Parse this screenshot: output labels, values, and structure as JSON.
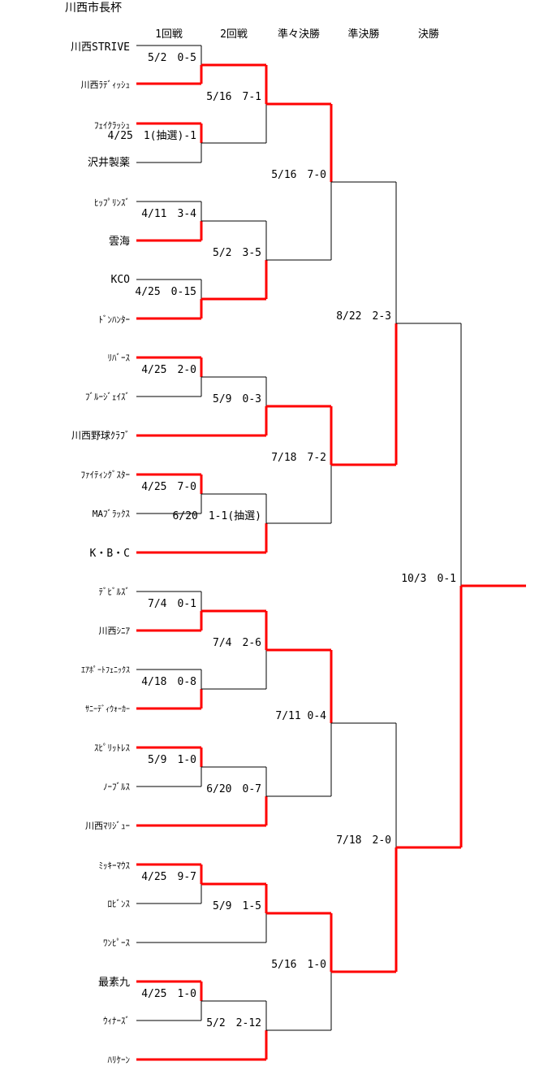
{
  "title": "川西市長杯",
  "rounds": [
    "1回戦",
    "2回戦",
    "準々決勝",
    "準決勝",
    "決勝"
  ],
  "teams": [
    "川西STRIVE",
    "川西ﾗﾃﾞｨｯｼｭ",
    "ﾌｪｲｸﾗｯｼｭ",
    "沢井製薬",
    "ﾋｯﾌﾟﾘﾝｽﾞ",
    "雲海",
    "KCO",
    "ﾄﾞﾝﾊﾝﾀｰ",
    "ﾘﾊﾞｰｽ",
    "ﾌﾞﾙｰｼﾞｪｲｽﾞ",
    "川西野球ｸﾗﾌﾞ",
    "ﾌｧｲﾃｨﾝｸﾞｽﾀｰ",
    "MAﾌﾞﾗｯｸｽ",
    "K・B・C",
    "ﾃﾞﾋﾞﾙｽﾞ",
    "川西ｼﾆｱ",
    "ｴｱﾎﾟｰﾄﾌｪﾆｯｸｽ",
    "ｻﾆｰﾃﾞｨｳｫｰｶｰ",
    "ｽﾋﾟﾘｯﾄﾚｽ",
    "ﾉｰﾌﾞﾙｽ",
    "川西ﾏﾘｼﾞｭｰ",
    "ﾐｯｷｰﾏｳｽ",
    "ﾛﾋﾞﾝｽ",
    "ﾜﾝﾋﾟｰｽ",
    "最素九",
    "ｳｨﾅｰｽﾞ",
    "ﾊﾘｹｰﾝ"
  ],
  "matches": [
    {
      "id": "r1-1",
      "score": "5/2　0-5",
      "win": "bottom"
    },
    {
      "id": "r1-2",
      "score": "4/25　1(抽選)-1",
      "win": "top"
    },
    {
      "id": "r1-3",
      "score": "4/11　3-4",
      "win": "bottom"
    },
    {
      "id": "r1-4",
      "score": "4/25　0-15",
      "win": "bottom"
    },
    {
      "id": "r1-5",
      "score": "4/25　2-0",
      "win": "top"
    },
    {
      "id": "r1-6",
      "score": "4/25　7-0",
      "win": "top"
    },
    {
      "id": "r1-7",
      "score": "7/4　0-1",
      "win": "bottom"
    },
    {
      "id": "r1-8",
      "score": "4/18　0-8",
      "win": "bottom"
    },
    {
      "id": "r1-9",
      "score": "5/9　1-0",
      "win": "top"
    },
    {
      "id": "r1-10",
      "score": "4/25　9-7",
      "win": "top"
    },
    {
      "id": "r1-11",
      "score": "4/25　1-0",
      "win": "top"
    },
    {
      "id": "r2-1",
      "score": "5/16　7-1",
      "win": "top"
    },
    {
      "id": "r2-2",
      "score": "5/2　3-5",
      "win": "bottom"
    },
    {
      "id": "r2-3",
      "score": "5/9　0-3",
      "win": "bottom"
    },
    {
      "id": "r2-4",
      "score": "6/20　1-1(抽選)",
      "win": "bottom"
    },
    {
      "id": "r2-5",
      "score": "7/4　2-6",
      "win": "top"
    },
    {
      "id": "r2-6",
      "score": "6/20　0-7",
      "win": "bottom"
    },
    {
      "id": "r2-7",
      "score": "5/9　1-5",
      "win": "top"
    },
    {
      "id": "r2-8",
      "score": "5/2　2-12",
      "win": "bottom"
    },
    {
      "id": "qf-1",
      "score": "5/16　7-0",
      "win": "top"
    },
    {
      "id": "qf-2",
      "score": "7/18　7-2",
      "win": "top"
    },
    {
      "id": "qf-3",
      "score": "7/11 0-4",
      "win": "top"
    },
    {
      "id": "qf-4",
      "score": "5/16　1-0",
      "win": "top"
    },
    {
      "id": "sf-1",
      "score": "8/22　2-3",
      "win": "bottom"
    },
    {
      "id": "sf-2",
      "score": "7/18　2-0",
      "win": "bottom"
    },
    {
      "id": "f",
      "score": "10/3　0-1",
      "win": "bottom"
    }
  ]
}
